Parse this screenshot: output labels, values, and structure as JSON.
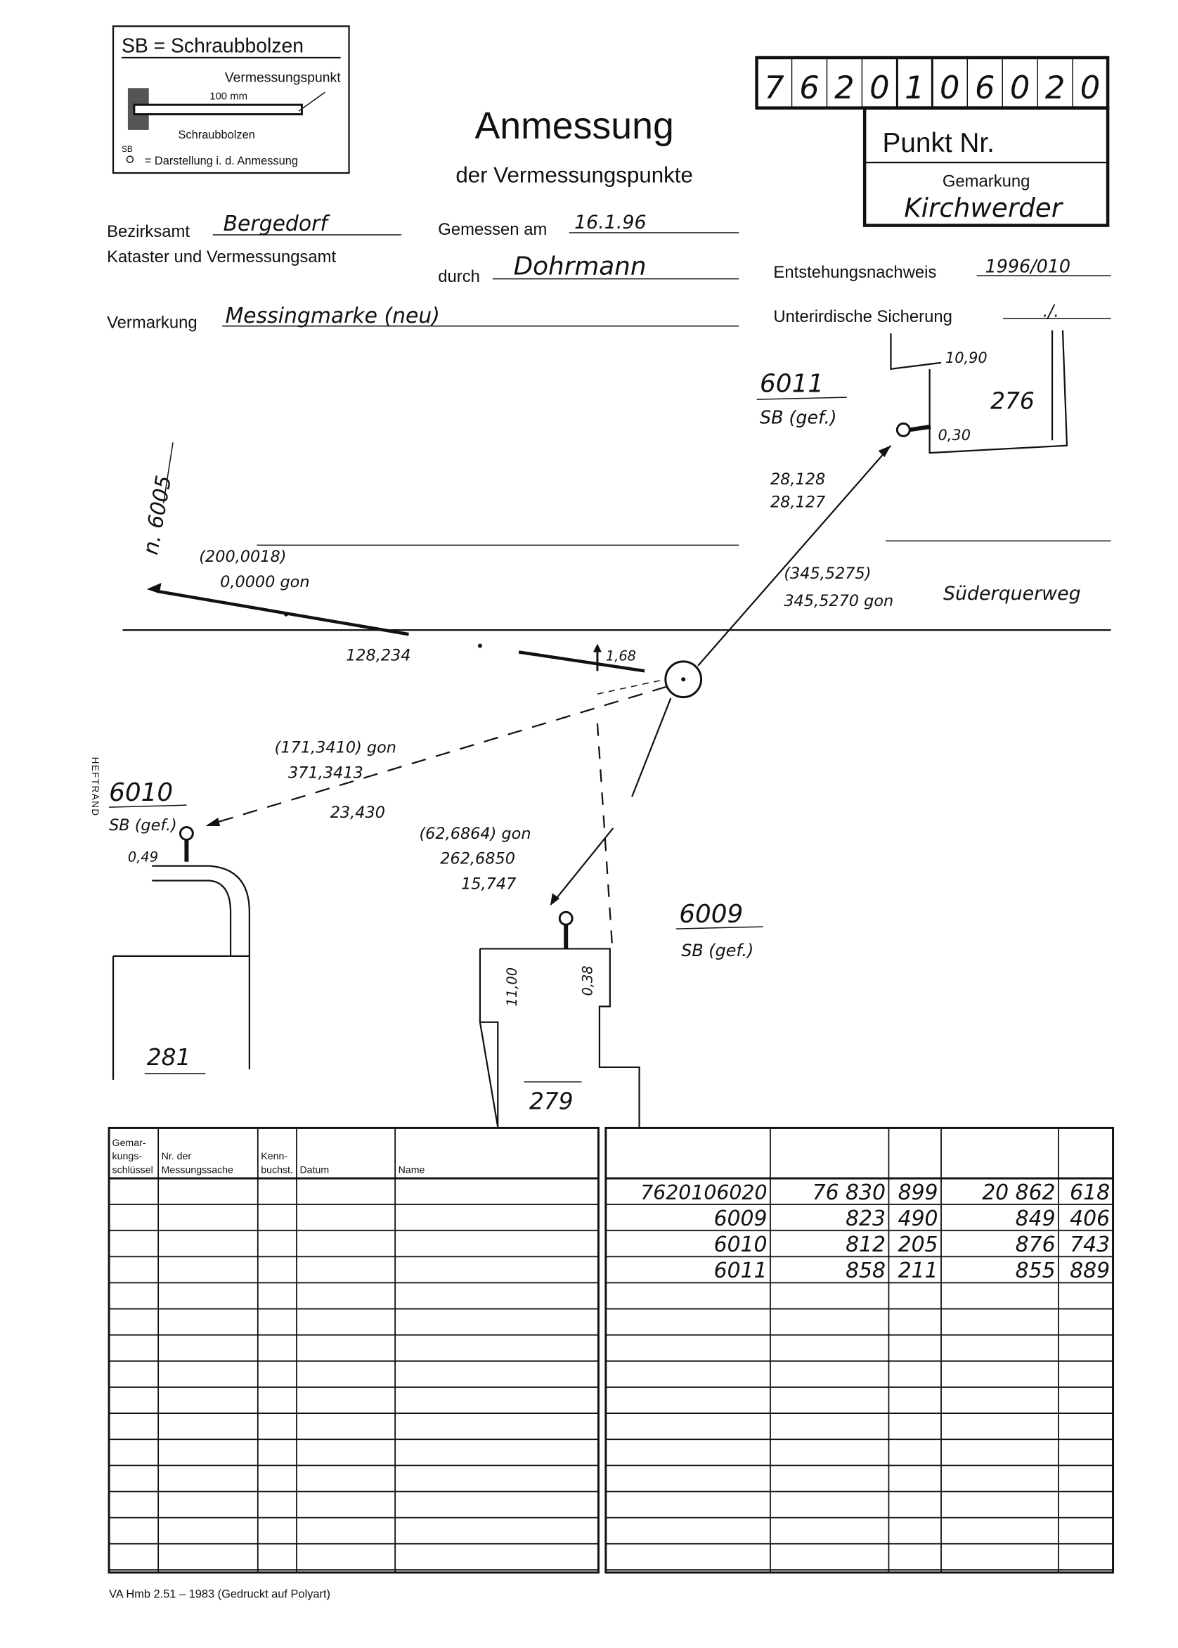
{
  "legend": {
    "title": "SB = Schraubbolzen",
    "vermessungspunkt": "Vermessungspunkt",
    "dimension": "100 mm",
    "schraubbolzen": "Schraubbolzen",
    "symbol_label": "SB",
    "darstellung": "= Darstellung i. d. Anmessung"
  },
  "header": {
    "title": "Anmessung",
    "subtitle": "der Vermessungspunkte",
    "punkt_digits": [
      "7",
      "6",
      "2",
      "0",
      "1",
      "0",
      "6",
      "0",
      "2",
      "0"
    ],
    "punkt_label": "Punkt Nr.",
    "gemarkung_label": "Gemarkung",
    "gemarkung_value": "Kirchwerder"
  },
  "fields": {
    "bezirksamt_label": "Bezirksamt",
    "bezirksamt_value": "Bergedorf",
    "kataster_label": "Kataster und Vermessungsamt",
    "gemessen_label": "Gemessen am",
    "gemessen_value": "16.1.96",
    "durch_label": "durch",
    "durch_value": "Dohrmann",
    "entstehung_label": "Entstehungsnachweis",
    "entstehung_value": "1996/010",
    "vermarkung_label": "Vermarkung",
    "vermarkung_value": "Messingmarke (neu)",
    "sicherung_label": "Unterirdische Sicherung",
    "sicherung_value": "./."
  },
  "sketch": {
    "p6011": {
      "num": "6011",
      "type": "SB (gef.)"
    },
    "p6010": {
      "num": "6010",
      "type": "SB (gef.)",
      "offset": "0,49"
    },
    "p6009": {
      "num": "6009",
      "type": "SB (gef.)"
    },
    "n6005": "n. 6005",
    "street": "Süderquerweg",
    "house276": "276",
    "h276_dist": "10,90",
    "h276_offset": "0,30",
    "house281": "281",
    "house279": "279",
    "h279_a": "11,00",
    "h279_b": "0,38",
    "to6011": {
      "d1": "28,128",
      "d2": "28,127",
      "a1": "(345,5275)",
      "a2": "345,5270 gon"
    },
    "to6005": {
      "a1": "(200,0018)",
      "a2": "0,0000 gon",
      "d": "128,234"
    },
    "to6010": {
      "a1": "(171,3410) gon",
      "a2": "371,3413",
      "d": "23,430"
    },
    "to6009": {
      "a1": "(62,6864) gon",
      "a2": "262,6850",
      "d": "15,747"
    },
    "height": "1,68",
    "heftrand": "HEFTRAND"
  },
  "left_table": {
    "headers": [
      "Gemar-\nkungs-\nschlüssel",
      "Nr. der\nMessungssache",
      "Kenn-\nbuchst.",
      "Datum",
      "Name"
    ]
  },
  "right_table": {
    "rows": [
      [
        "7620106020",
        "76 830",
        "899",
        "20 862",
        "618"
      ],
      [
        "6009",
        "823",
        "490",
        "849",
        "406"
      ],
      [
        "6010",
        "812",
        "205",
        "876",
        "743"
      ],
      [
        "6011",
        "858",
        "211",
        "855",
        "889"
      ]
    ]
  },
  "footer": "VA Hmb 2.51 – 1983 (Gedruckt auf Polyart)"
}
